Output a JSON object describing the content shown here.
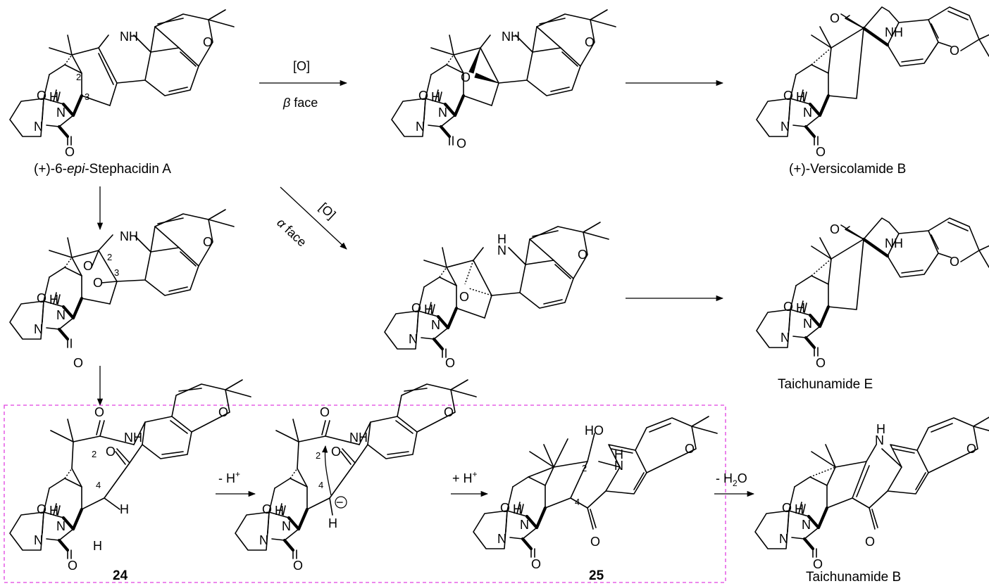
{
  "compounds": {
    "c1": {
      "label_pre": "(+)-6-",
      "label_italic": "epi",
      "label_post": "-Stephacidin A"
    },
    "c2": {
      "label": ""
    },
    "c3": {
      "label": "(+)-Versicolamide B"
    },
    "c4": {
      "label": ""
    },
    "c5": {
      "label": ""
    },
    "c6": {
      "label": "Taichunamide E"
    },
    "c7": {
      "label": "24"
    },
    "c8": {
      "label": ""
    },
    "c9": {
      "label": "25"
    },
    "c10": {
      "label": "Taichunamide B"
    }
  },
  "arrows": {
    "a1": {
      "top": "[O]",
      "bottom_italic": "β",
      "bottom": " face"
    },
    "a2": {
      "top": "",
      "bottom": ""
    },
    "a3": {
      "top": "[O]",
      "bottom_italic": "α",
      "bottom": " face"
    },
    "a4": {
      "top": "",
      "bottom": ""
    },
    "a5": {
      "top": "- H+",
      "top_sup": "+",
      "top_base": "- H"
    },
    "a6": {
      "top_base": "+ H",
      "top_sup": "+"
    },
    "a7": {
      "top_base": "- H",
      "top_sub": "2",
      "top_end": "O"
    }
  },
  "atoms": {
    "N": "N",
    "H": "H",
    "O": "O",
    "NH": "NH",
    "HO": "HO",
    "n2": "2",
    "n3": "3",
    "n4": "4",
    "minus": "−"
  },
  "colors": {
    "highlight_box": "#e040e0",
    "ink": "#000000"
  }
}
